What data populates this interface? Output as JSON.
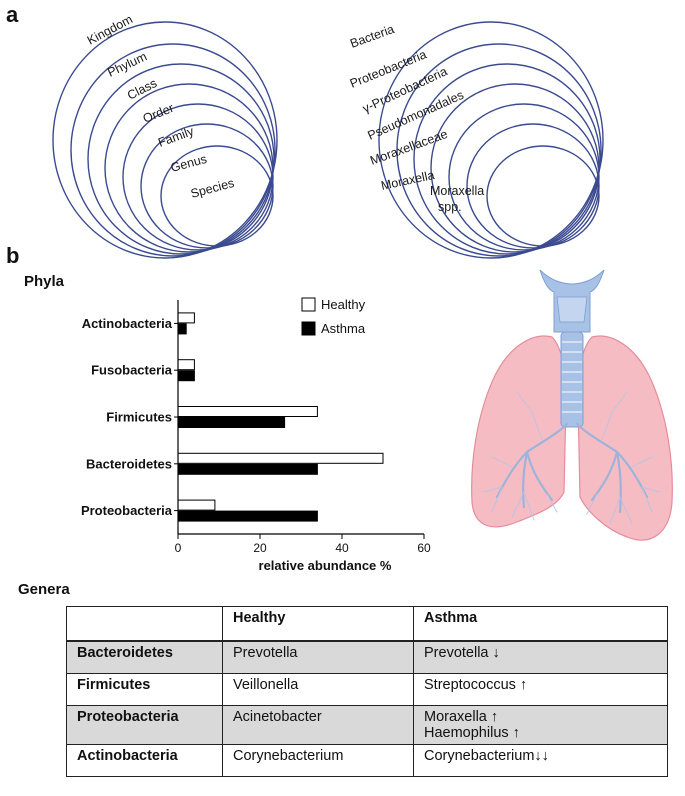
{
  "panel_a": {
    "letter": "a",
    "hierarchy": [
      "Kingdom",
      "Phylum",
      "Class",
      "Order",
      "Family",
      "Genus",
      "Species"
    ],
    "example": [
      "Bacteria",
      "Proteobacteria",
      "γ-Proteobacteria",
      "Pseudomonadales",
      "Moraxellaceae",
      "Moraxella",
      "Moraxella spp."
    ],
    "example_last_lines": [
      "Moraxella",
      "spp."
    ],
    "ring_color": "#3b4a8f"
  },
  "panel_b": {
    "letter": "b",
    "phyla_title": "Phyla",
    "genera_title": "Genera"
  },
  "chart_data": {
    "type": "bar",
    "orientation": "horizontal",
    "categories": [
      "Actinobacteria",
      "Fusobacteria",
      "Firmicutes",
      "Bacteroidetes",
      "Proteobacteria"
    ],
    "series": [
      {
        "name": "Healthy",
        "values": [
          4,
          4,
          34,
          50,
          9
        ],
        "color": "#ffffff"
      },
      {
        "name": "Asthma",
        "values": [
          2,
          4,
          26,
          34,
          34
        ],
        "color": "#000000"
      }
    ],
    "xlabel": "relative abundance %",
    "xlim": [
      0,
      60
    ],
    "xticks": [
      0,
      20,
      40,
      60
    ],
    "legend_position": "top-right",
    "grid": false
  },
  "genera_table": {
    "headers": [
      "",
      "Healthy",
      "Asthma"
    ],
    "rows": [
      {
        "phylum": "Bacteroidetes",
        "healthy": "Prevotella",
        "asthma": [
          "Prevotella ↓"
        ],
        "shaded": true
      },
      {
        "phylum": "Firmicutes",
        "healthy": "Veillonella",
        "asthma": [
          "Streptococcus ↑"
        ],
        "shaded": false
      },
      {
        "phylum": "Proteobacteria",
        "healthy": "Acinetobacter",
        "asthma": [
          "Moraxella ↑",
          "Haemophilus ↑"
        ],
        "shaded": true
      },
      {
        "phylum": "Actinobacteria",
        "healthy": "Corynebacterium",
        "asthma": [
          "Corynebacterium↓↓"
        ],
        "shaded": false
      }
    ]
  },
  "illustration": {
    "icon": "lungs-and-trachea-icon",
    "lung_color": "#f2a5b0",
    "airway_color": "#a8c1e6"
  }
}
